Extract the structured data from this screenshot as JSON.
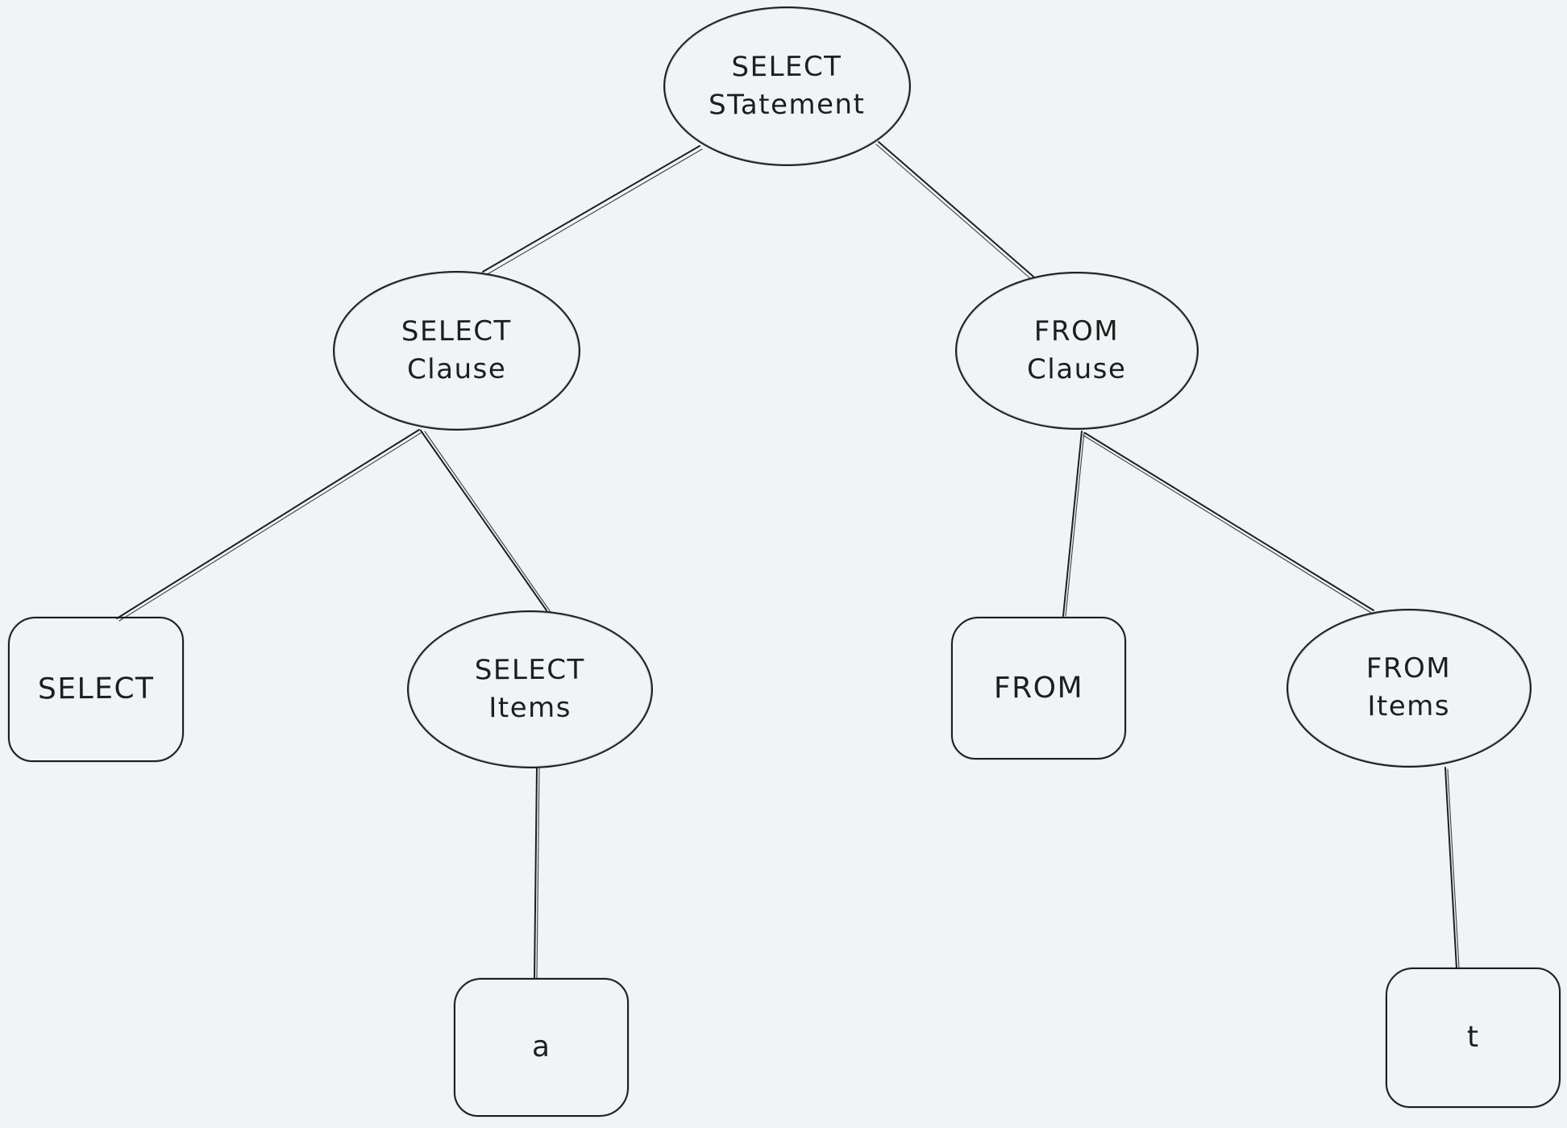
{
  "diagram": {
    "description": "Parse tree of a SQL SELECT statement",
    "colors": {
      "background": "#f2f3f5",
      "stroke": "#1e1e1e"
    },
    "nodes": {
      "select_statement": {
        "shape": "ellipse",
        "lines": [
          "SELECT",
          "STatement"
        ]
      },
      "select_clause": {
        "shape": "ellipse",
        "lines": [
          "SELECT",
          "Clause"
        ]
      },
      "from_clause": {
        "shape": "ellipse",
        "lines": [
          "FROM",
          "Clause"
        ]
      },
      "select_keyword": {
        "shape": "rectangle",
        "lines": [
          "SELECT"
        ]
      },
      "select_items": {
        "shape": "ellipse",
        "lines": [
          "SELECT",
          "Items"
        ]
      },
      "from_keyword": {
        "shape": "rectangle",
        "lines": [
          "FROM"
        ]
      },
      "from_items": {
        "shape": "ellipse",
        "lines": [
          "FROM",
          "Items"
        ]
      },
      "item_a": {
        "shape": "rectangle",
        "lines": [
          "a"
        ]
      },
      "item_t": {
        "shape": "rectangle",
        "lines": [
          "t"
        ]
      }
    },
    "edges": [
      {
        "from": "select_statement",
        "to": "select_clause"
      },
      {
        "from": "select_statement",
        "to": "from_clause"
      },
      {
        "from": "select_clause",
        "to": "select_keyword"
      },
      {
        "from": "select_clause",
        "to": "select_items"
      },
      {
        "from": "from_clause",
        "to": "from_keyword"
      },
      {
        "from": "from_clause",
        "to": "from_items"
      },
      {
        "from": "select_items",
        "to": "item_a"
      },
      {
        "from": "from_items",
        "to": "item_t"
      }
    ]
  }
}
